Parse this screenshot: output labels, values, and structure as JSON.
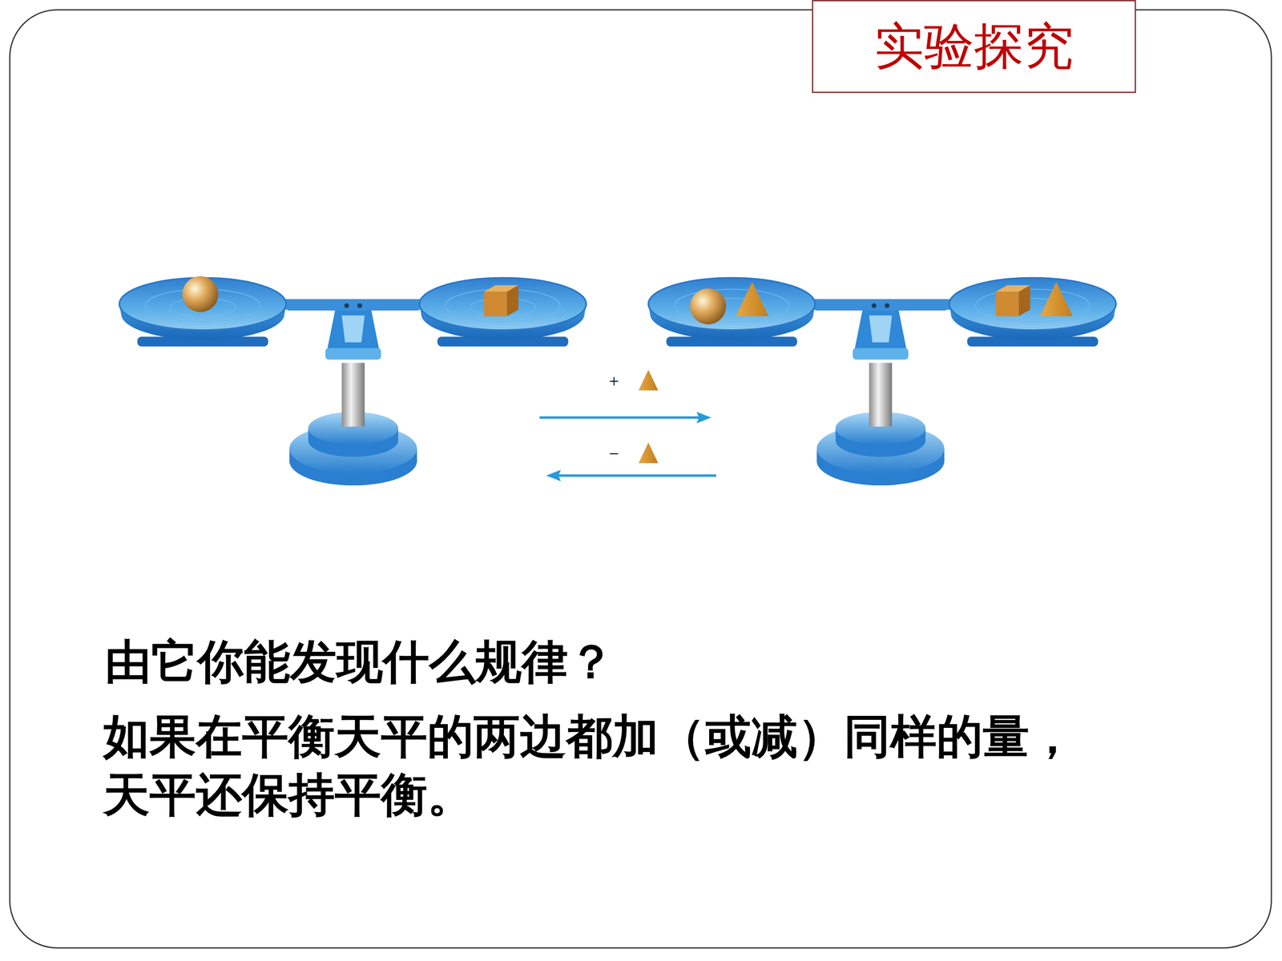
{
  "diagram": {
    "title": "实验探究",
    "labels": [
      "+",
      "−",
      "由它你能发现什么规律？",
      "如果在平衡天平的两边都加（或减）同样的量， 天平还保持平衡。"
    ]
  }
}
